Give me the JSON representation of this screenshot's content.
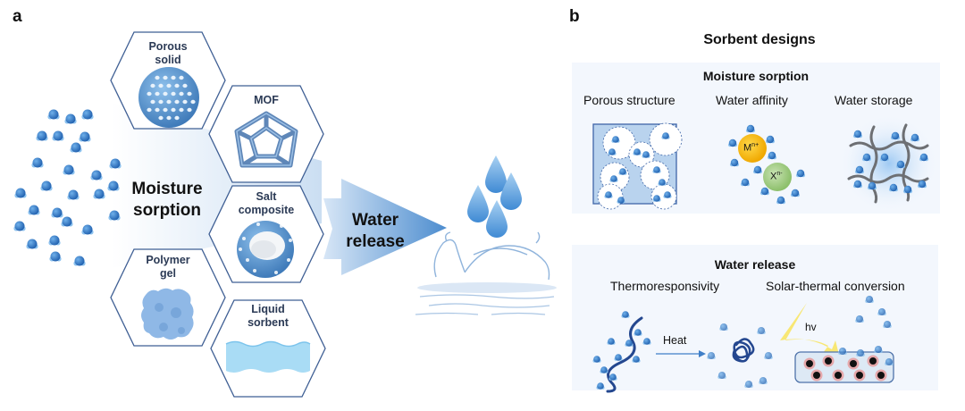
{
  "panel_a": {
    "letter": "a",
    "sorption_label_line1": "Moisture",
    "sorption_label_line2": "sorption",
    "release_label_line1": "Water",
    "release_label_line2": "release",
    "sorbents": [
      {
        "line1": "Porous",
        "line2": "solid",
        "icon": "porous-sphere-icon"
      },
      {
        "line1": "MOF",
        "line2": "",
        "icon": "dodecahedron-frame-icon"
      },
      {
        "line1": "Salt",
        "line2": "composite",
        "icon": "salt-sphere-icon"
      },
      {
        "line1": "Polymer",
        "line2": "gel",
        "icon": "gel-cube-icon"
      },
      {
        "line1": "Liquid",
        "line2": "sorbent",
        "icon": "liquid-slab-icon"
      }
    ]
  },
  "panel_b": {
    "letter": "b",
    "title": "Sorbent designs",
    "moisture_box": {
      "title": "Moisture sorption",
      "items": [
        {
          "label": "Porous structure"
        },
        {
          "label": "Water affinity",
          "cation": "M",
          "cation_sup": "n+",
          "anion": "X",
          "anion_sup": "n-"
        },
        {
          "label": "Water storage"
        }
      ]
    },
    "release_box": {
      "title": "Water release",
      "items": [
        {
          "label": "Thermoresponsivity",
          "arrow_label": "Heat"
        },
        {
          "label": "Solar-thermal conversion",
          "light_label": "hv"
        }
      ]
    }
  },
  "colors": {
    "hex_stroke": "#3f5f94",
    "water_blue": "#2f78c4",
    "box_bg": "#f3f7fd",
    "cation": "#f4c21a",
    "anion": "#a9d08e",
    "polymer": "#24478f",
    "light": "#f8e45c",
    "particle_glow": "#e26a6a"
  }
}
